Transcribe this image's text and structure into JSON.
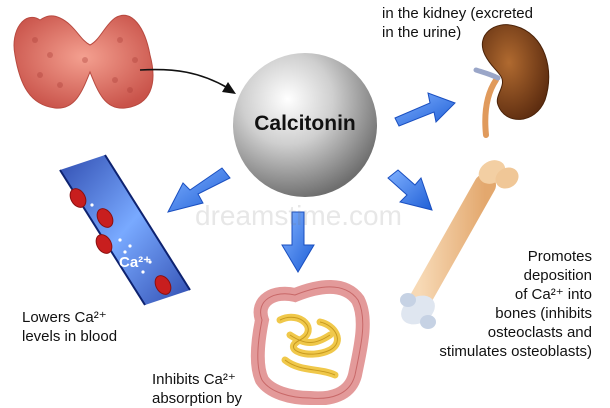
{
  "center": {
    "label": "Calcitonin"
  },
  "labels": {
    "kidney_line1": "in the kidney (excreted",
    "kidney_line2": "in the urine)",
    "blood_line1": "Lowers Ca²⁺",
    "blood_line2": "levels in blood",
    "bone_line1": "Promotes",
    "bone_line2": "deposition",
    "bone_line3": "of Ca²⁺ into",
    "bone_line4": "bones (inhibits",
    "bone_line5": "osteoclasts and",
    "bone_line6": "stimulates osteoblasts)",
    "intestine_line1": "Inhibits Ca²⁺",
    "intestine_line2": "absorption by",
    "ca_in_vessel": "Ca²⁺"
  },
  "watermark": {
    "text": "dreamstime.com"
  },
  "colors": {
    "arrow_blue": "#1f5fd6",
    "thyroid": "#e07a70",
    "kidney": "#8a4a1c",
    "bone": "#f2c79a",
    "vessel": "#3a6fd8",
    "rbc": "#c81e1e",
    "intestine_small": "#f0c84a",
    "intestine_large": "#e8a0a0"
  }
}
